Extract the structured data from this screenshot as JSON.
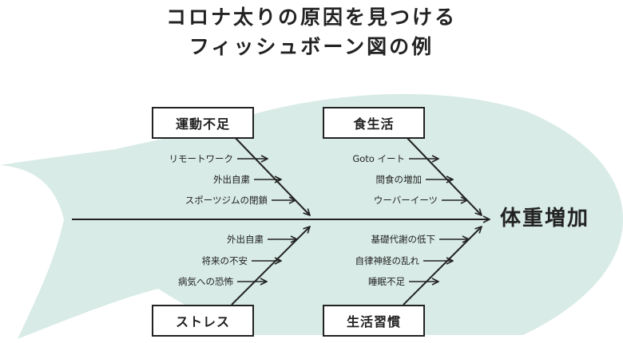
{
  "title": {
    "line1": "コロナ太りの原因を見つける",
    "line2": "フィッシュボーン図の例"
  },
  "effect": "体重増加",
  "categories": [
    {
      "label": "運動不足",
      "causes": [
        "リモートワーク",
        "外出自粛",
        "スポーツジムの閉鎖"
      ]
    },
    {
      "label": "食生活",
      "causes": [
        "Goto イート",
        "間食の増加",
        "ウーバーイーツ"
      ]
    },
    {
      "label": "ストレス",
      "causes": [
        "外出自粛",
        "将来の不安",
        "病気への恐怖"
      ]
    },
    {
      "label": "生活習慣",
      "causes": [
        "基礎代謝の低下",
        "自律神経の乱れ",
        "睡眠不足"
      ]
    }
  ],
  "colors": {
    "fish_fill": "#d8ebe6",
    "line": "#222222",
    "text": "#222222",
    "background": "#ffffff"
  }
}
